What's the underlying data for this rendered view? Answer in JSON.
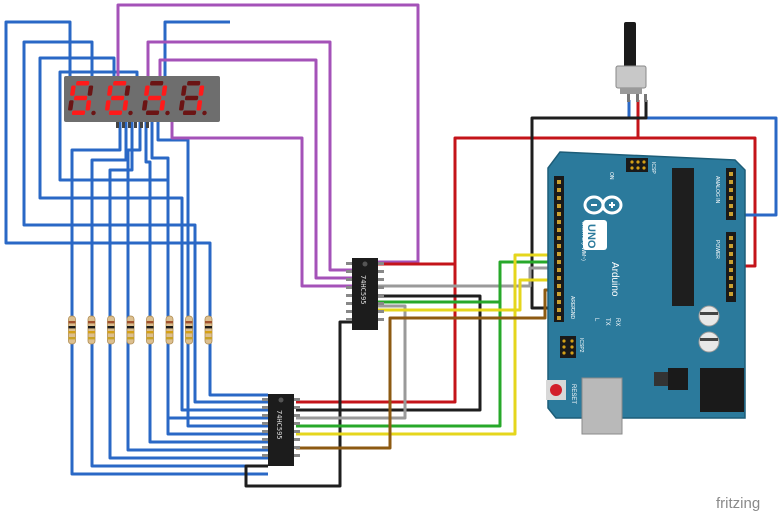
{
  "display": {
    "digits": [
      "5",
      "6",
      "4",
      "1"
    ],
    "segment_on_color": "#ff1a1a",
    "segment_off_color": "#6b1414",
    "body_color": "#6e6e6e"
  },
  "shift_registers": {
    "upper_label": "74HC595",
    "lower_label": "74HC595"
  },
  "arduino": {
    "brand": "Arduino",
    "model": "UNO",
    "tx_label": "TX",
    "rx_label": "RX",
    "l_label": "L",
    "on_label": "ON",
    "icsp_label": "ICSP",
    "icsp2_label": "ICSP2",
    "reset_label": "RESET",
    "aref_label": "AREF",
    "gnd_label": "GND",
    "digital_label": "DIGITAL (PWM~)",
    "analog_label": "ANALOG IN",
    "power_label": "POWER",
    "board_color": "#2b7a9c"
  },
  "resistors": {
    "count": 8
  },
  "watermark": "fritzing",
  "wire_colors": {
    "blue": "#2a68c6",
    "purple": "#a452b8",
    "red": "#c4141a",
    "black": "#1e1e1e",
    "gray": "#9a9a9a",
    "green": "#27a82a",
    "yellow": "#e5d61c",
    "brown": "#8d5a12"
  }
}
